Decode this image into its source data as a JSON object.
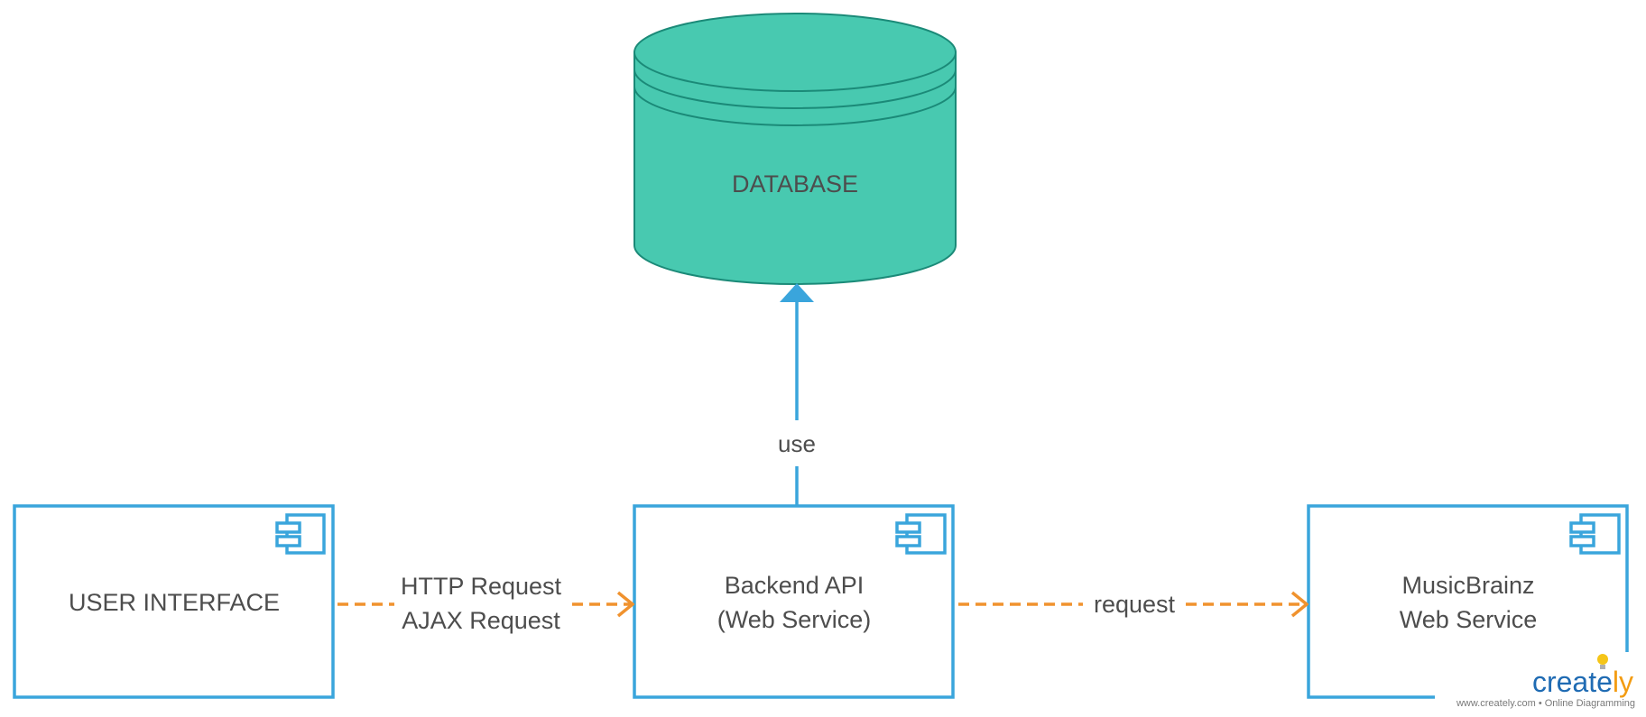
{
  "diagram": {
    "database": {
      "label": "DATABASE"
    },
    "components": [
      {
        "id": "ui",
        "lines": [
          "USER INTERFACE"
        ]
      },
      {
        "id": "backend",
        "lines": [
          "Backend API",
          "(Web Service)"
        ]
      },
      {
        "id": "musicbrainz",
        "lines": [
          "MusicBrainz",
          "Web Service"
        ]
      }
    ],
    "connectors": {
      "ui_to_backend": [
        "HTTP Request",
        "AJAX Request"
      ],
      "backend_to_musicbrainz": [
        "request"
      ],
      "backend_to_database": [
        "use"
      ]
    }
  },
  "watermark": {
    "brand_prefix": "create",
    "brand_suffix": "ly",
    "tagline": "www.creately.com • Online Diagramming"
  },
  "colors": {
    "component_stroke": "#3aa5dc",
    "dependency": "#f0922e",
    "database_fill": "#48c9b0",
    "database_stroke": "#1b8a78",
    "label_text": "#4d4d4d",
    "brand_blue": "#1f6bb3",
    "brand_orange": "#f39c12"
  }
}
